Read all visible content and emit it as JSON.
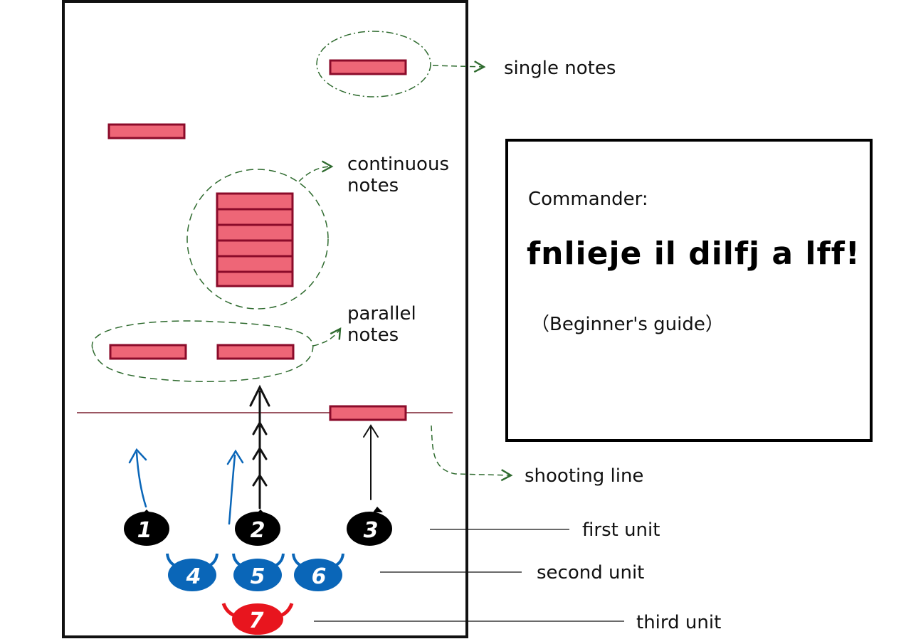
{
  "labels": {
    "single_notes": "single notes",
    "continuous_notes_1": "continuous",
    "continuous_notes_2": "notes",
    "parallel_notes_1": "parallel",
    "parallel_notes_2": "notes",
    "shooting_line": "shooting line",
    "first_unit": "first unit",
    "second_unit": "second unit",
    "third_unit": "third unit"
  },
  "units": {
    "first": [
      "1",
      "2",
      "3"
    ],
    "second": [
      "4",
      "5",
      "6"
    ],
    "third": [
      "7"
    ]
  },
  "commander": {
    "label": "Commander:",
    "line": "fnlieje il dilfj a lff!",
    "subtitle": "（Beginner's guide）"
  },
  "colors": {
    "note_fill": "#ee6677",
    "note_border": "#8b0b2a",
    "annotation": "#2f6b2f",
    "first_unit": "#000000",
    "second_unit": "#0a66b8",
    "third_unit": "#e8151e",
    "shooting_line": "#7a1f2f"
  }
}
